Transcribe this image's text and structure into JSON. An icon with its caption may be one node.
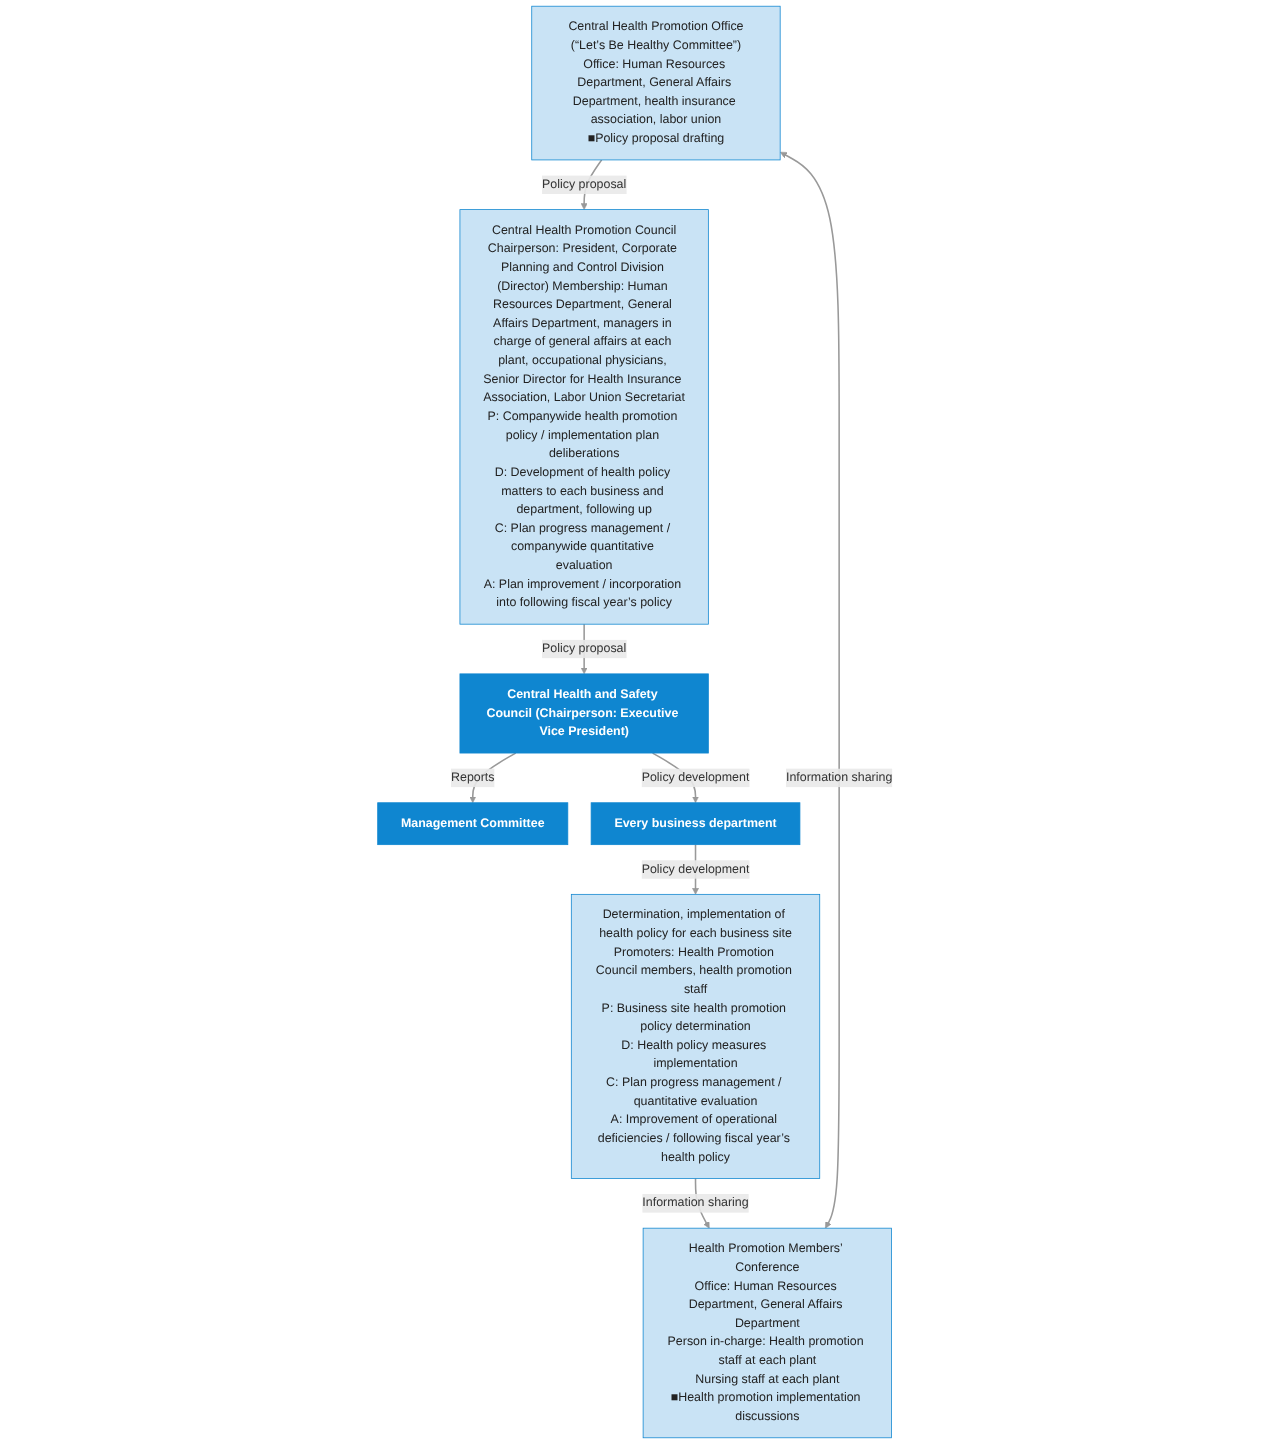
{
  "diagram": {
    "nodes": [
      {
        "text": [
          "Central Health and Safety Council (Chairperson: Executive Vice President)"
        ]
      },
      {
        "text": [
          "Management Committee"
        ]
      },
      {
        "text": [
          "Central Health Promotion Council",
          "Chairperson: President, Corporate Planning and Control Division (Director) Membership: Human Resources Department, General Affairs Department, managers in charge of general affairs at each plant, occupational physicians, Senior Director for Health Insurance Association, Labor Union Secretariat",
          "P: Companywide health promotion policy / implementation plan deliberations",
          "D: Development of health policy matters to each business and department, following up",
          "C: Plan progress management / companywide quantitative evaluation",
          "A: Plan improvement / incorporation into following fiscal year’s policy"
        ]
      },
      {
        "text": [
          "Every business department"
        ]
      },
      {
        "text": [
          "Determination, implementation of health policy for each business site",
          "Promoters: Health Promotion Council members, health promotion staff",
          "P: Business site health promotion policy determination",
          "D: Health policy measures implementation",
          "C: Plan progress management / quantitative evaluation",
          "A: Improvement of operational deficiencies / following fiscal year’s health policy"
        ]
      },
      {
        "text": [
          "Central Health Promotion Office",
          "(“Let’s Be Healthy Committee”)",
          "Office: Human Resources Department, General Affairs Department, health insurance association, labor union",
          "■Policy proposal drafting"
        ]
      },
      {
        "text": [
          "Health Promotion Members’ Conference",
          "Office: Human Resources Department, General Affairs Department",
          "Person in-charge: Health promotion staff at each plant",
          "Nursing staff at each plant",
          "■Health promotion implementation discussions"
        ]
      }
    ],
    "edges": [
      {
        "from": 0,
        "to": 1,
        "arrow": "to",
        "label": "Reports"
      },
      {
        "from": 2,
        "to": 0,
        "arrow": "to",
        "label": "Policy proposal"
      },
      {
        "from": 0,
        "to": 3,
        "arrow": "to",
        "label": "Policy development"
      },
      {
        "from": 3,
        "to": 4,
        "arrow": "to",
        "label": "Policy development"
      },
      {
        "from": 4,
        "to": 6,
        "arrow": "to",
        "label": "Information sharing"
      },
      {
        "from": 5,
        "to": 2,
        "arrow": "to",
        "label": "Policy proposal"
      },
      {
        "from": 5,
        "to": 6,
        "arrow": "both",
        "label": "Information sharing"
      }
    ]
  }
}
